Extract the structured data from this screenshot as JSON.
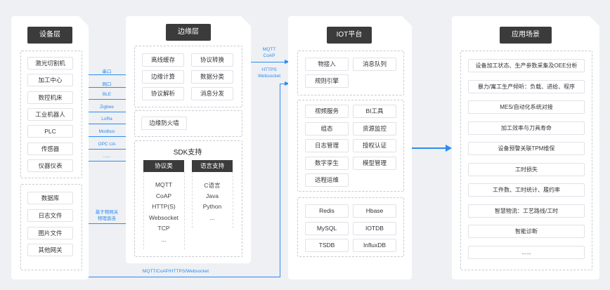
{
  "device": {
    "title": "设备层",
    "group1": [
      "激光切割机",
      "加工中心",
      "数控机床",
      "工业机器人",
      "PLC",
      "传感器",
      "仪器仪表"
    ],
    "group2": [
      "数据库",
      "日志文件",
      "图片文件",
      "其他网关"
    ]
  },
  "protocols": [
    "串口",
    "网口",
    "BLE",
    "Zigbee",
    "LoRa",
    "Modbus",
    "OPC UA",
    "......"
  ],
  "direct_label": [
    "基于物网关",
    "物理直连"
  ],
  "bottom_label": "MQTT/CoAP/HTTPS/Websocket",
  "edge": {
    "title": "边缘层",
    "services": [
      "离线缓存",
      "协议转换",
      "边缘计算",
      "数据分类",
      "协议解析",
      "消息分发"
    ],
    "firewall": "边缘防火墙",
    "sdk_title": "SDK支持",
    "proto_header": "协议类",
    "lang_header": "语言支持",
    "proto_items": [
      "MQTT",
      "CoAP",
      "HTTP(S)",
      "Websocket",
      "TCP",
      "..."
    ],
    "lang_items": [
      "C语言",
      "Java",
      "Python",
      "..."
    ]
  },
  "edge_to_iot": {
    "top": [
      "MQTT",
      "CoAP"
    ],
    "mid": [
      "HTTPS",
      "Websocket"
    ]
  },
  "iot": {
    "title": "IOT平台",
    "g1": [
      "物接入",
      "消息队列",
      "规则引擎"
    ],
    "g2": [
      "视频服务",
      "BI工具",
      "组态",
      "资源监控",
      "日志管理",
      "授权认证",
      "数字孪生",
      "模型管理",
      "远程运维"
    ],
    "g3": [
      "Redis",
      "Hbase",
      "MySQL",
      "IOTDB",
      "TSDB",
      "InfluxDB"
    ]
  },
  "app": {
    "title": "应用场景",
    "items": [
      "设备加工状态、生产参数采集及OEE分析",
      "暴力/寓工生产倾听：负载、进给、程序",
      "MES/自动化系统对接",
      "加工效率与刀具寿命",
      "设备预警关联TPM维保",
      "工时损失",
      "工件数、工时统计、履约率",
      "智慧物流：工艺路线/工时",
      "智能诊断",
      "......"
    ]
  },
  "colors": {
    "accent": "#2d8cf0",
    "dark": "#3b3b3b"
  }
}
